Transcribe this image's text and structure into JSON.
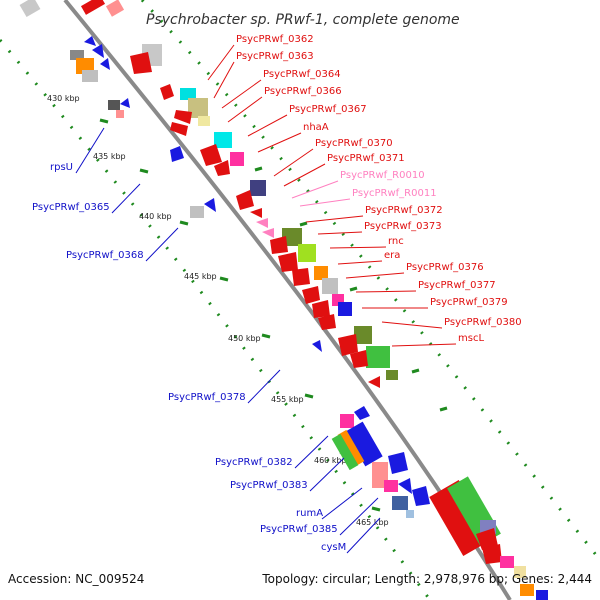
{
  "title": "Psychrobacter sp. PRwf-1, complete genome",
  "footer": {
    "accession": "Accession: NC_009524",
    "summary": "Topology: circular; Length: 2,978,976 bp; Genes: 2,444"
  },
  "colors": {
    "forward_label": "#e01010",
    "reverse_label": "#1010c8",
    "rna_label": "#ff80c0",
    "backbone": "#888888",
    "ticks": "#1f8a1f"
  },
  "kbp_ticks": [
    "430 kbp",
    "435 kbp",
    "440 kbp",
    "445 kbp",
    "450 kbp",
    "455 kbp",
    "460 kbp",
    "465 kbp"
  ],
  "labels_forward": [
    {
      "text": "PsycPRwf_0362",
      "color": "#e01010"
    },
    {
      "text": "PsycPRwf_0363",
      "color": "#e01010"
    },
    {
      "text": "PsycPRwf_0364",
      "color": "#e01010"
    },
    {
      "text": "PsycPRwf_0366",
      "color": "#e01010"
    },
    {
      "text": "PsycPRwf_0367",
      "color": "#e01010"
    },
    {
      "text": "nhaA",
      "color": "#e01010"
    },
    {
      "text": "PsycPRwf_0370",
      "color": "#e01010"
    },
    {
      "text": "PsycPRwf_0371",
      "color": "#e01010"
    },
    {
      "text": "PsycPRwf_R0010",
      "color": "#ff80c0"
    },
    {
      "text": "PsycPRwf_R0011",
      "color": "#ff80c0"
    },
    {
      "text": "PsycPRwf_0372",
      "color": "#e01010"
    },
    {
      "text": "PsycPRwf_0373",
      "color": "#e01010"
    },
    {
      "text": "rnc",
      "color": "#e01010"
    },
    {
      "text": "era",
      "color": "#e01010"
    },
    {
      "text": "PsycPRwf_0376",
      "color": "#e01010"
    },
    {
      "text": "PsycPRwf_0377",
      "color": "#e01010"
    },
    {
      "text": "PsycPRwf_0379",
      "color": "#e01010"
    },
    {
      "text": "PsycPRwf_0380",
      "color": "#e01010"
    },
    {
      "text": "mscL",
      "color": "#e01010"
    }
  ],
  "labels_reverse": [
    {
      "text": "rpsU",
      "color": "#1010c8"
    },
    {
      "text": "PsycPRwf_0365",
      "color": "#1010c8"
    },
    {
      "text": "PsycPRwf_0368",
      "color": "#1010c8"
    },
    {
      "text": "PsycPRwf_0378",
      "color": "#1010c8"
    },
    {
      "text": "PsycPRwf_0382",
      "color": "#1010c8"
    },
    {
      "text": "PsycPRwf_0383",
      "color": "#1010c8"
    },
    {
      "text": "rumA",
      "color": "#1010c8"
    },
    {
      "text": "PsycPRwf_0385",
      "color": "#1010c8"
    },
    {
      "text": "cysM",
      "color": "#1010c8"
    }
  ]
}
